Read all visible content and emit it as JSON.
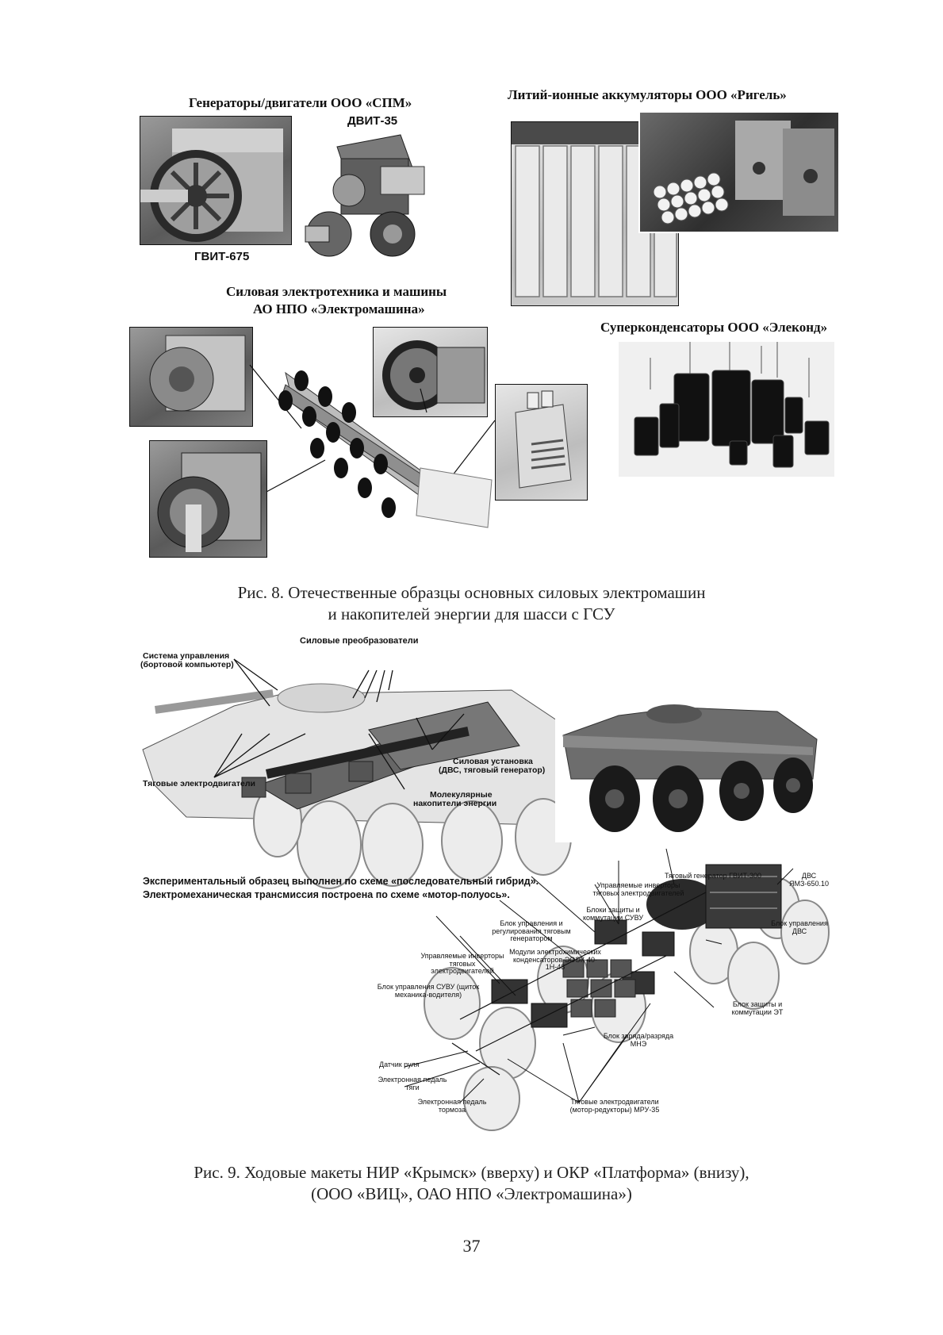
{
  "fig8": {
    "top_left_caption": "Генераторы/двигатели ООО «СПМ»",
    "dvit_label": "ДВИТ-35",
    "gvit_label": "ГВИТ-675",
    "top_right_caption": "Литий-ионные аккумуляторы ООО «Ригель»",
    "middle_caption_line1": "Силовая электротехника и машины",
    "middle_caption_line2": "АО НПО «Электромашина»",
    "supercap_caption": "Суперконденсаторы ООО «Элеконд»",
    "caption_line1": "Рис. 8. Отечественные образцы основных силовых электромашин",
    "caption_line2": "и накопителей энергии для шасси с ГСУ"
  },
  "fig9": {
    "labels": {
      "power_converters": "Силовые преобразователи",
      "control_system_line1": "Система управления",
      "control_system_line2": "(бортовой компьютер)",
      "power_unit_line1": "Силовая установка",
      "power_unit_line2": "(ДВС, тяговый генератор)",
      "traction_motors": "Тяговые электродвигатели",
      "molecular_line1": "Молекулярные",
      "molecular_line2": "накопители энергии"
    },
    "note_line1": "Экспериментальный образец выполнен по схеме «последовательный гибрид».",
    "note_line2": "Электромеханическая трансмиссия построена по схеме «мотор-полуось».",
    "diagram_labels": {
      "traction_generator": "Тяговый генератор ГВИТ-300",
      "ice": "ДВС ЯМЗ-650.10",
      "controlled_inverters_top": "Управляемые инверторы тяговых электродвигателей",
      "protection_units_top": "Блоки защиты и коммутации СУВУ",
      "gen_control_unit": "Блок управления и регулирования тяговым генератором",
      "ice_control_unit": "Блок управления ДВС",
      "modules": "Модули электрохимических конденсаторов ЭОЭК-40-1Н-48",
      "controlled_inverters_left": "Управляемые инверторы тяговых электродвигателей",
      "suvu_control": "Блок управления СУВУ (щиток механика-водителя)",
      "protection_et": "Блок защиты и коммутации ЭТ",
      "charge_discharge": "Блок заряда/разряда МНЭ",
      "steering_sensor": "Датчик руля",
      "traction_pedal": "Электронная педаль тяги",
      "brake_pedal": "Электронная педаль тормоза",
      "traction_motors_bottom": "Тяговые электродвигатели (мотор-редукторы) МРУ-35"
    },
    "caption_line1": "Рис. 9. Ходовые макеты НИР «Крымск» (вверху) и ОКР «Платформа» (внизу),",
    "caption_line2": "(ООО «ВИЦ», ОАО НПО «Электромашина»)"
  },
  "page_number": "37"
}
